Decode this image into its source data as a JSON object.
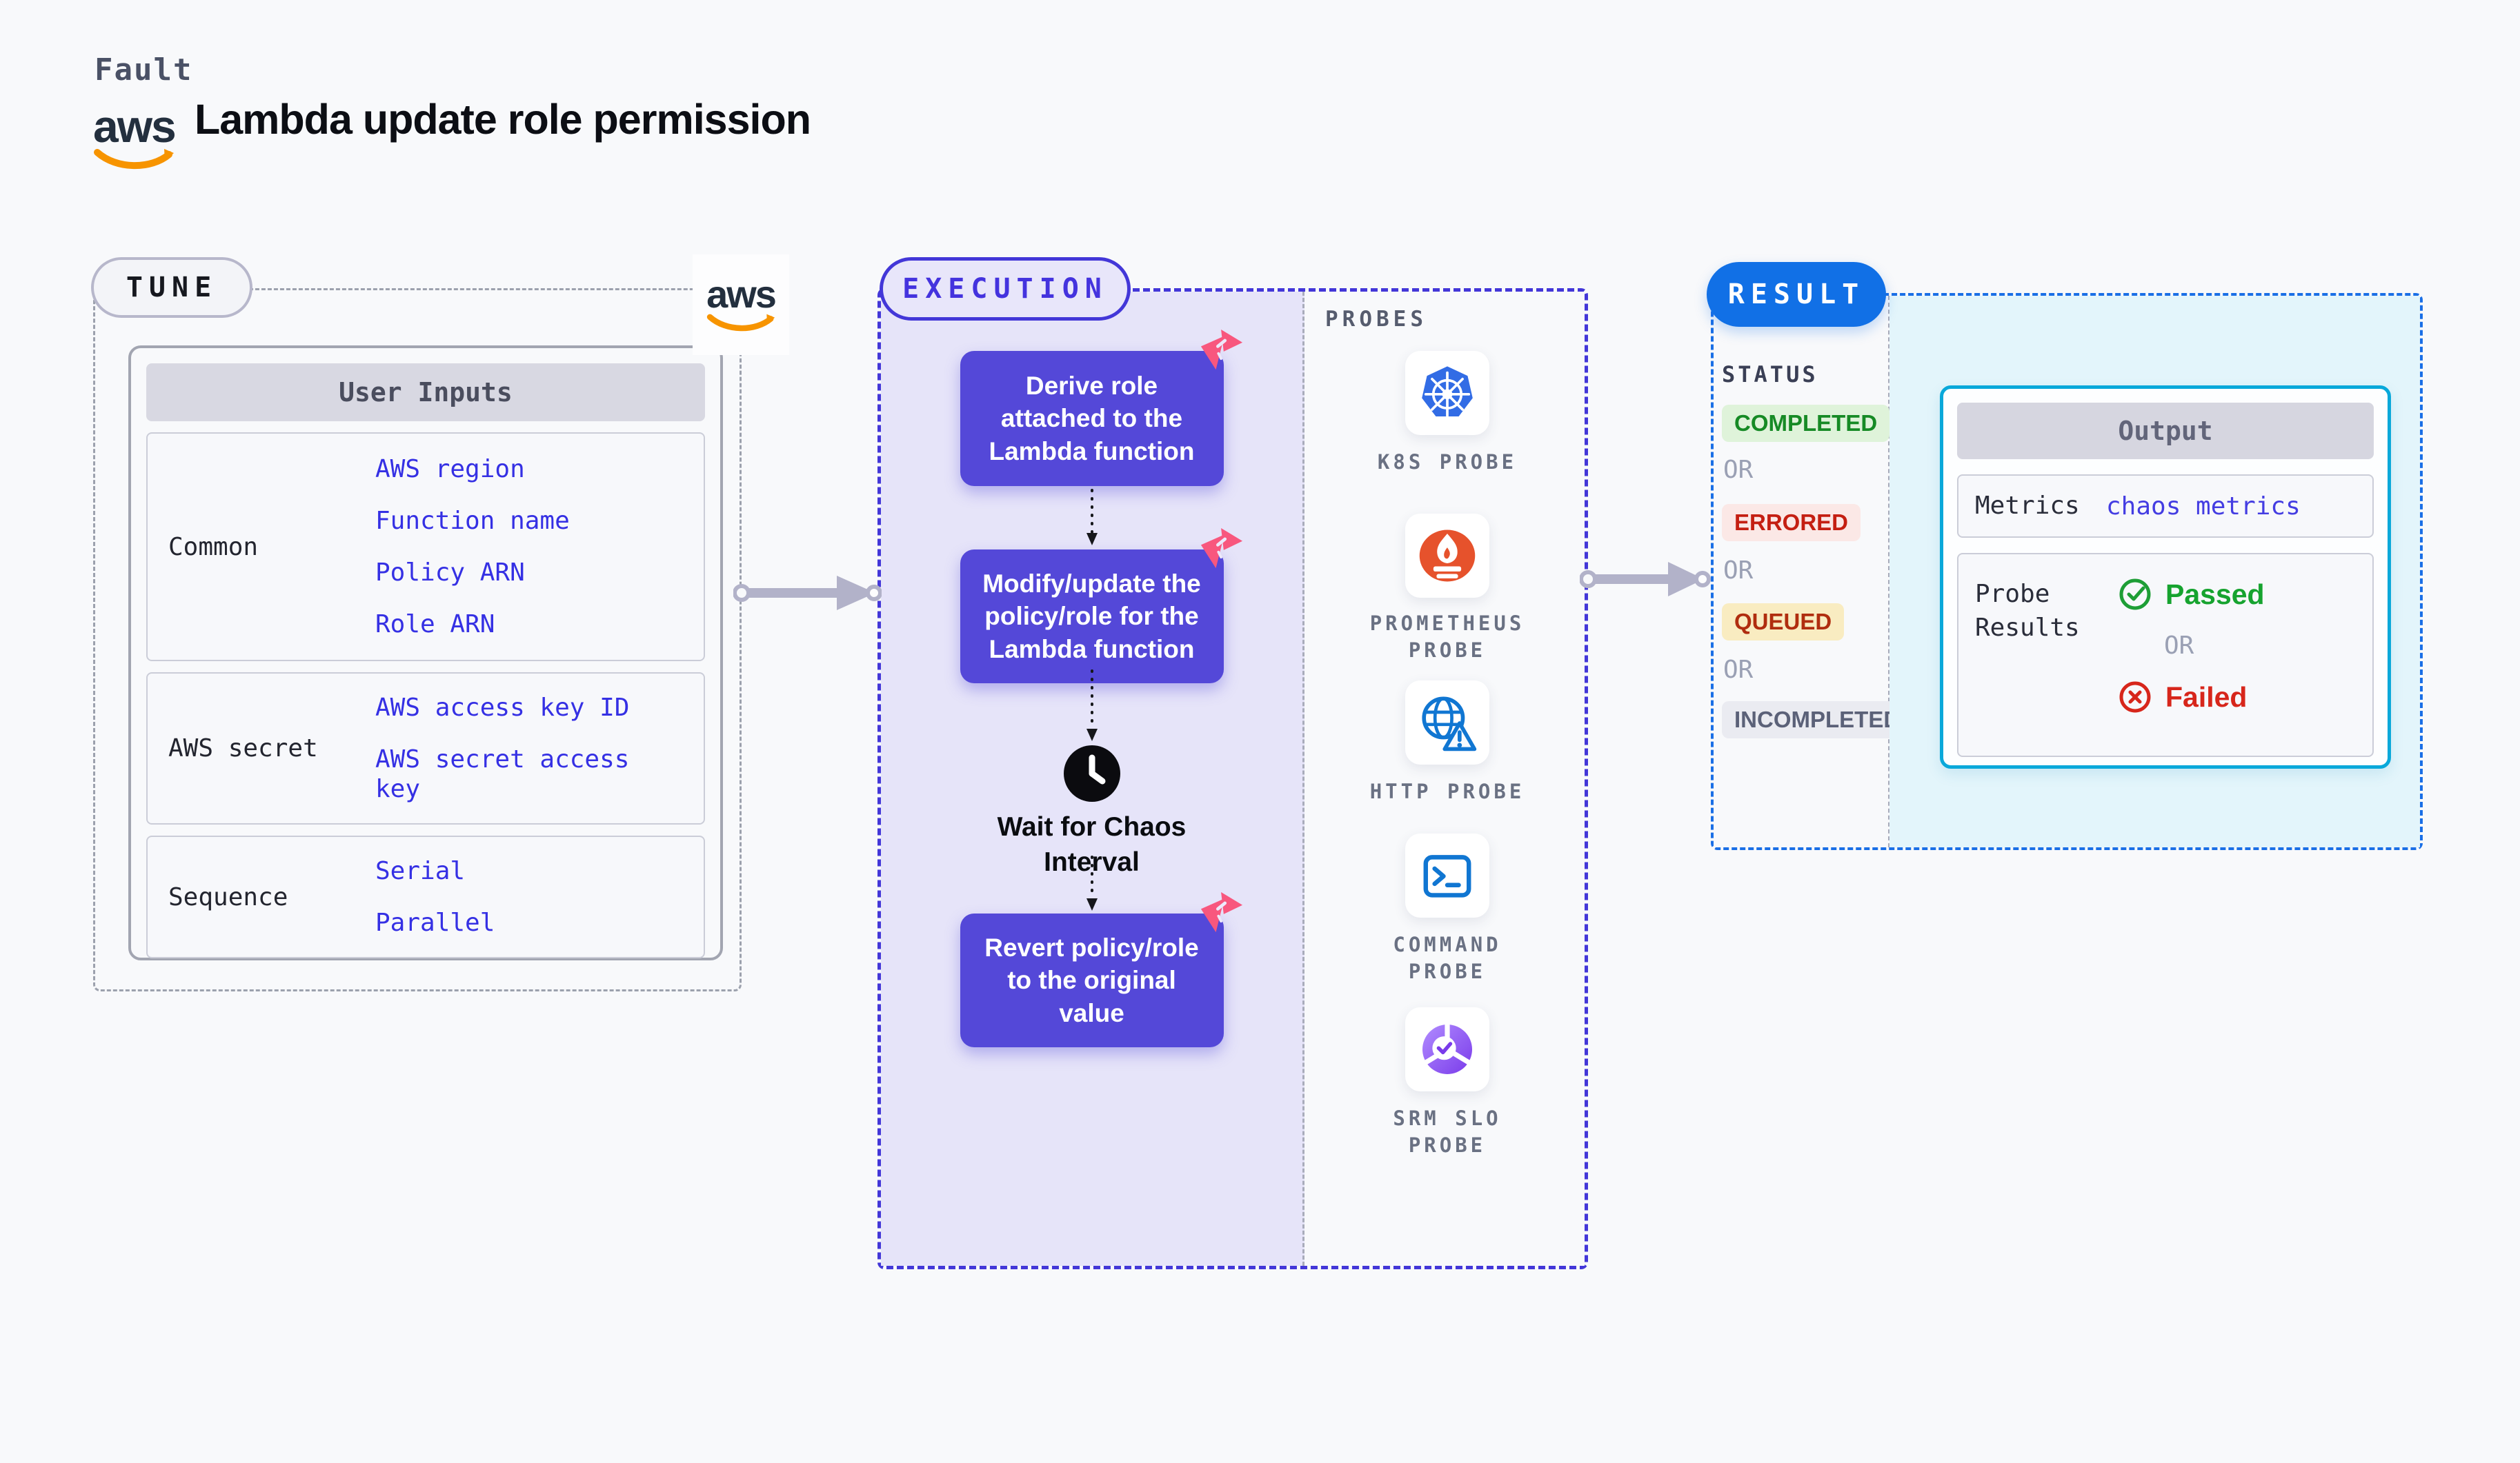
{
  "header": {
    "category_label": "Fault",
    "title": "Lambda update role permission",
    "aws_logo_text": "aws"
  },
  "tune": {
    "badge": "TUNE",
    "corner_logo_text": "aws",
    "table": {
      "header": "User Inputs",
      "rows": [
        {
          "label": "Common",
          "links": [
            "AWS region",
            "Function name",
            "Policy ARN",
            "Role ARN"
          ]
        },
        {
          "label": "AWS secret",
          "links": [
            "AWS access key ID",
            "AWS secret access key"
          ]
        },
        {
          "label": "Sequence",
          "links": [
            "Serial",
            "Parallel"
          ]
        }
      ]
    }
  },
  "execution": {
    "badge": "EXECUTION",
    "steps": [
      "Derive role attached to the Lambda function",
      "Modify/update the policy/role for the Lambda function",
      "Revert policy/role to the original value"
    ],
    "wait_label": "Wait for Chaos Interval"
  },
  "probes": {
    "title": "PROBES",
    "items": [
      {
        "label": "K8S PROBE",
        "icon": "kubernetes-icon"
      },
      {
        "label": "PROMETHEUS PROBE",
        "icon": "prometheus-icon"
      },
      {
        "label": "HTTP PROBE",
        "icon": "http-globe-icon"
      },
      {
        "label": "COMMAND PROBE",
        "icon": "terminal-icon"
      },
      {
        "label": "SRM SLO PROBE",
        "icon": "srm-slo-icon"
      }
    ]
  },
  "result": {
    "badge": "RESULT",
    "status_title": "STATUS",
    "or_label": "OR",
    "statuses": [
      "COMPLETED",
      "ERRORED",
      "QUEUED",
      "INCOMPLETED"
    ],
    "output": {
      "header": "Output",
      "metrics_label": "Metrics",
      "metrics_value": "chaos metrics",
      "probe_results_label": "Probe Results",
      "passed_label": "Passed",
      "failed_label": "Failed"
    }
  },
  "colors": {
    "accent_indigo": "#4337D8",
    "accent_blue": "#1170E6",
    "accent_cyan": "#09A8DA",
    "purple_step": "#5448D8",
    "link_blue": "#3530E4",
    "green": "#16A32F",
    "red": "#D7261B",
    "pink_chaos": "#F8577E",
    "aws_orange": "#F79400"
  }
}
